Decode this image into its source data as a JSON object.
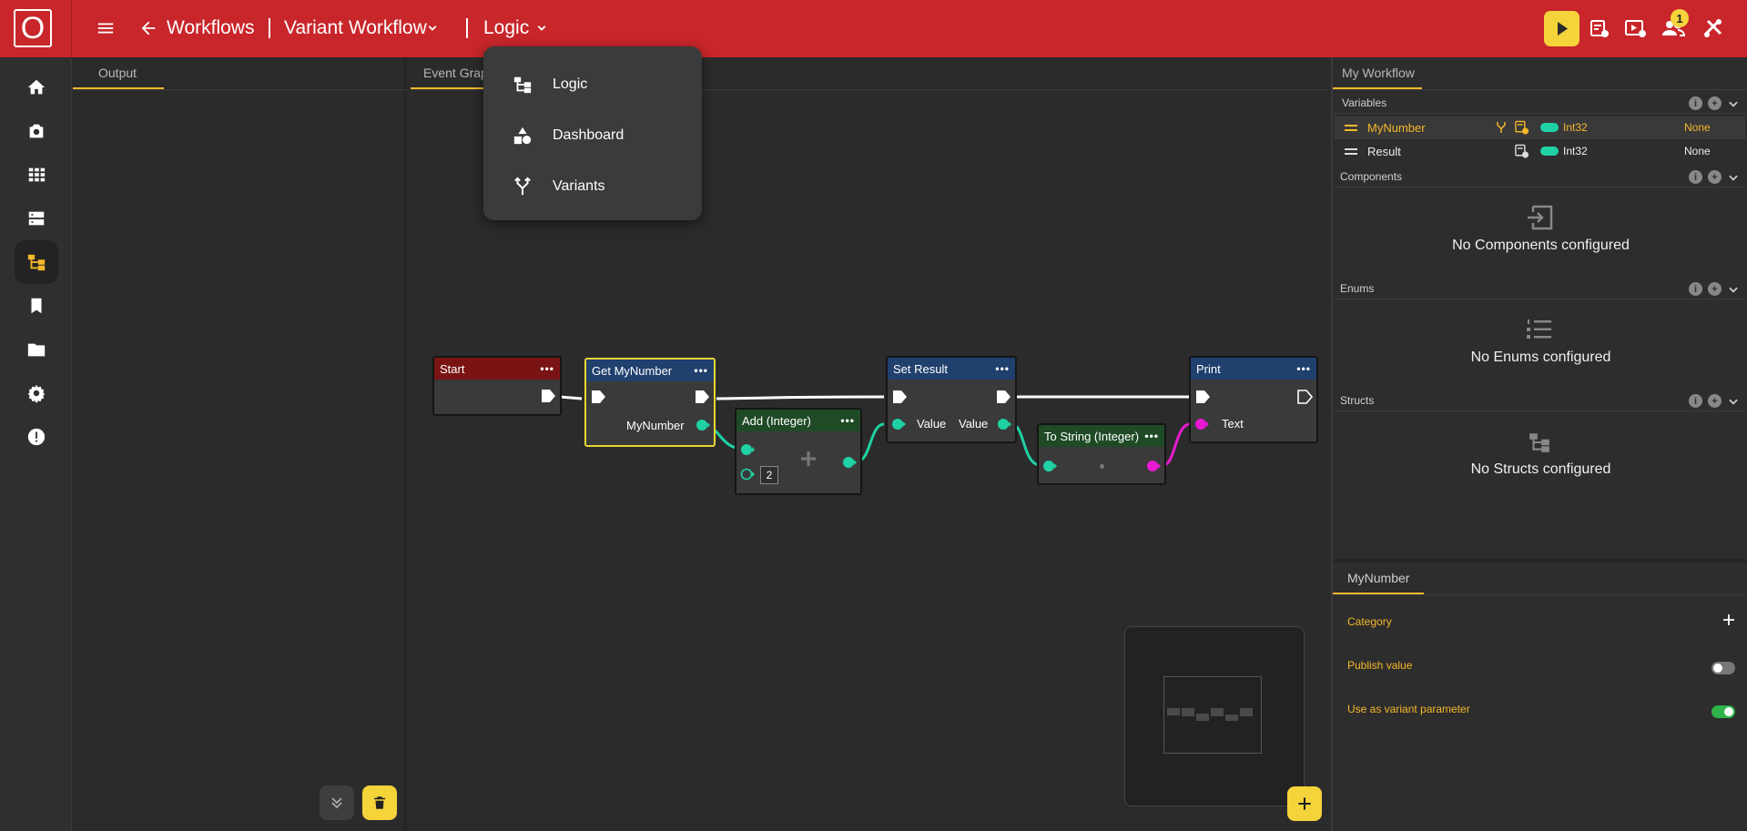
{
  "header": {
    "logo_letter": "O",
    "breadcrumb_workflows": "Workflows",
    "workflow_name": "Variant Workflow",
    "view_name": "Logic",
    "notification_count": "1"
  },
  "nav": [
    "home-icon",
    "camera-icon",
    "grid-icon",
    "server-icon",
    "workflow-icon",
    "bookmark-icon",
    "folder-icon",
    "settings-icon",
    "info-icon"
  ],
  "output_panel": {
    "tab": "Output"
  },
  "graph_panel": {
    "tab": "Event Graph"
  },
  "view_menu": {
    "items": [
      {
        "label": "Logic",
        "icon": "hierarchy-icon"
      },
      {
        "label": "Dashboard",
        "icon": "shapes-icon"
      },
      {
        "label": "Variants",
        "icon": "fork-icon"
      }
    ]
  },
  "nodes": {
    "start": {
      "title": "Start",
      "color": "#7a1414"
    },
    "get": {
      "title": "Get MyNumber",
      "color": "#20406e",
      "out_label": "MyNumber"
    },
    "add": {
      "title": "Add (Integer)",
      "color": "#1f4a26",
      "input_value": "2"
    },
    "set": {
      "title": "Set Result",
      "color": "#20406e",
      "in_label": "Value",
      "out_label": "Value"
    },
    "tostring": {
      "title": "To String (Integer)",
      "color": "#1f4a26"
    },
    "print": {
      "title": "Print",
      "color": "#20406e",
      "in_label": "Text"
    }
  },
  "my_workflow": {
    "tab": "My Workflow",
    "variables_title": "Variables",
    "variables": [
      {
        "name": "MyNumber",
        "type": "Int32",
        "default": "None"
      },
      {
        "name": "Result",
        "type": "Int32",
        "default": "None"
      }
    ],
    "components_title": "Components",
    "components_empty": "No Components configured",
    "enums_title": "Enums",
    "enums_empty": "No Enums configured",
    "structs_title": "Structs",
    "structs_empty": "No Structs configured"
  },
  "properties": {
    "tab": "MyNumber",
    "category_label": "Category",
    "publish_label": "Publish value",
    "publish_value": false,
    "variant_label": "Use as variant parameter",
    "variant_value": true
  },
  "colors": {
    "header_red": "#c8262b",
    "accent_yellow": "#f5d33a",
    "accent_orange": "#f5b82a",
    "int_pin": "#1fd1a4",
    "string_pin": "#e81ad0"
  }
}
